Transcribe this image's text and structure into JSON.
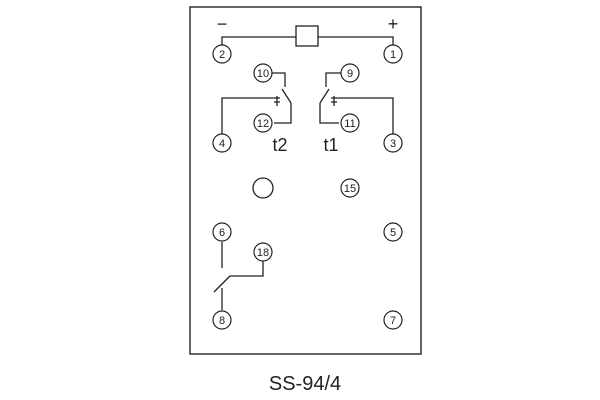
{
  "diagram": {
    "caption": "SS-94/4",
    "signs": {
      "minus": "−",
      "plus": "+"
    },
    "labels": {
      "t2": "t2",
      "t1": "t1"
    },
    "terminals": {
      "t1": "1",
      "t2": "2",
      "t3": "3",
      "t4": "4",
      "t5": "5",
      "t6": "6",
      "t7": "7",
      "t8": "8",
      "t9": "9",
      "t10": "10",
      "t11": "11",
      "t12": "12",
      "t15": "15",
      "t18": "18"
    },
    "colors": {
      "line": "#222222",
      "background": "#ffffff"
    }
  }
}
